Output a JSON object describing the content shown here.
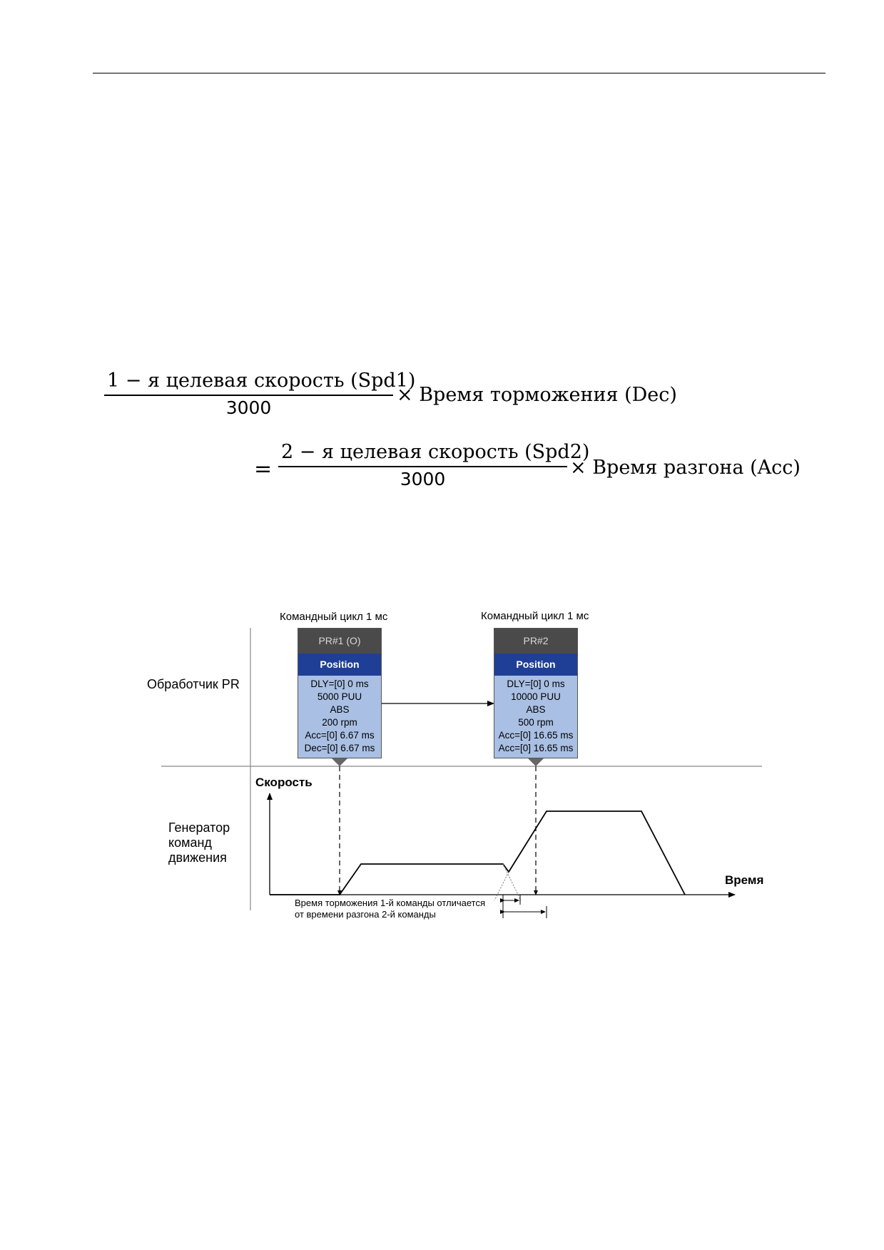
{
  "formula": {
    "numerator1": "1 − я целевая скорость (Spd1)",
    "denominator1": "3000",
    "multiplier1": "× Время торможения (Dec)",
    "equals": "=",
    "numerator2": "2 − я целевая  скорость (Spd2)",
    "denominator2": "3000",
    "multiplier2": "× Время разгона (Acc)"
  },
  "diagram": {
    "cycle_label_1": "Командный цикл 1 мс",
    "cycle_label_2": "Командный цикл 1 мс",
    "processor_label": "Обработчик PR",
    "generator_label_lines": [
      "Генератор",
      "команд",
      "движения"
    ],
    "speed_axis_label": "Скорость",
    "time_axis_label": "Время",
    "note_lines": [
      "Время торможения 1-й команды отличается",
      "от времени разгона 2-й команды"
    ],
    "pr1": {
      "title": "PR#1 (O)",
      "type": "Position",
      "lines": [
        "DLY=[0] 0 ms",
        "5000 PUU",
        "ABS",
        "200 rpm",
        "Acc=[0] 6.67 ms",
        "Dec=[0] 6.67 ms"
      ]
    },
    "pr2": {
      "title": "PR#2",
      "type": "Position",
      "lines": [
        "DLY=[0] 0 ms",
        "10000 PUU",
        "ABS",
        "500 rpm",
        "Acc=[0] 16.65 ms",
        "Acc=[0] 16.65 ms"
      ]
    }
  }
}
